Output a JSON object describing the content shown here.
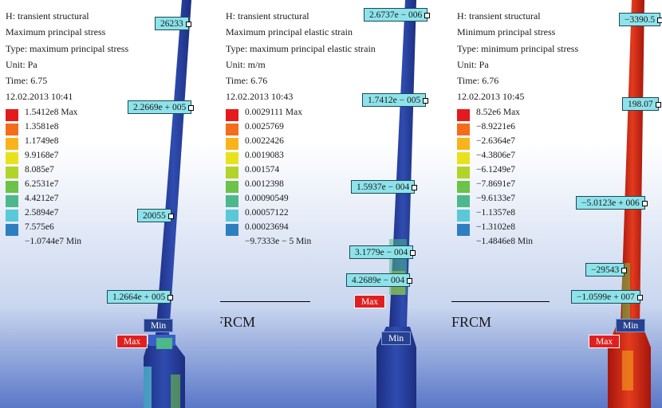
{
  "panels": [
    {
      "id": "max-principal-stress",
      "info": [
        "H: transient structural",
        "Maximum principal stress",
        "Type: maximum principal stress",
        "Unit: Pa",
        "Time: 6.75",
        "12.02.2013 10:41"
      ],
      "legend": [
        "1.5412e8 Max",
        "1.3581e8",
        "1.1749e8",
        "9.9168e7",
        "8.085e7",
        "6.2531e7",
        "4.4212e7",
        "2.5894e7",
        "7.575e6",
        "−1.0744e7 Min"
      ],
      "probes": [
        "26233",
        "2.2669e + 005",
        "20055",
        "1.2664e + 005"
      ],
      "min_tag": "Min",
      "max_tag": "Max",
      "member_colors": [
        "#2a3f9a",
        "#2c47a8"
      ]
    },
    {
      "id": "max-principal-elastic-strain",
      "info": [
        "H: transient structural",
        "Maximum principal elastic strain",
        "Type: maximum principal elastic strain",
        "Unit: m/m",
        "Time: 6.76",
        "12.02.2013 10:43"
      ],
      "legend": [
        "0.0029111 Max",
        "0.0025769",
        "0.0022426",
        "0.0019083",
        "0.001574",
        "0.0012398",
        "0.00090549",
        "0.00057122",
        "0.00023694",
        "−9.7333e − 5 Min"
      ],
      "probes": [
        "2.6737e − 006",
        "1.7412e − 005",
        "1.5937e − 004",
        "3.1779e − 004",
        "4.2689e − 004"
      ],
      "min_tag": "Min",
      "max_tag": "Max",
      "frcm_label": "FRCM",
      "member_colors": [
        "#2a3f9a",
        "#2c47a8"
      ]
    },
    {
      "id": "min-principal-stress",
      "info": [
        "H: transient structural",
        "Minimum principal stress",
        "Type: minimum principal stress",
        "Unit: Pa",
        "Time: 6.76",
        "12.02.2013 10:45"
      ],
      "legend": [
        "8.52e6 Max",
        "−8.9221e6",
        "−2.6364e7",
        "−4.3806e7",
        "−6.1249e7",
        "−7.8691e7",
        "−9.6133e7",
        "−1.1357e8",
        "−1.3102e8",
        "−1.4846e8 Min"
      ],
      "probes": [
        "−3390.5",
        "198.07",
        "−5.0123e + 006",
        "−29543",
        "−1.0599e + 007"
      ],
      "min_tag": "Min",
      "max_tag": "Max",
      "frcm_label": "FRCM",
      "member_colors": [
        "#c81e10",
        "#e23a1c"
      ]
    }
  ],
  "legend_colors": [
    "#e41a1c",
    "#f46d1a",
    "#f9b41b",
    "#e8e21c",
    "#b2d42a",
    "#6cc24a",
    "#4cb88c",
    "#5ac8d8",
    "#2e7fc0",
    "#2a3a8c"
  ],
  "background": {
    "top": "#ffffff",
    "bottom": "#5a78c8"
  }
}
